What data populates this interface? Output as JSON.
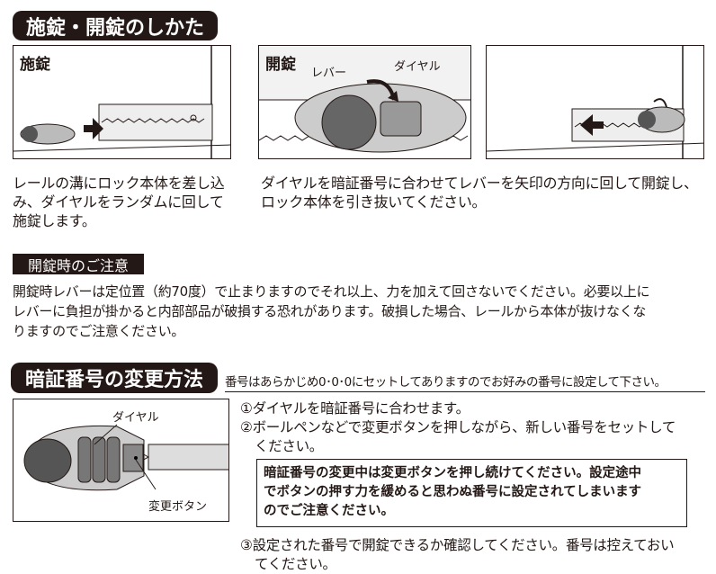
{
  "section1": {
    "title": "施錠・開錠のしかた",
    "panels": [
      {
        "label": "施錠",
        "caption_lines": [
          "レールの溝にロック本体を差し込",
          "み、ダイヤルをランダムに回して",
          "施錠します。"
        ]
      },
      {
        "label": "開錠",
        "lever_label": "レバー",
        "dial_label": "ダイヤル",
        "caption_lines": [
          "ダイヤルを暗証番号に合わせてレバーを矢印の方向に回して開錠し、",
          "ロック本体を引き抜いてください。"
        ]
      },
      {
        "label": ""
      }
    ]
  },
  "caution": {
    "title": "開錠時のご注意",
    "lines": [
      "開錠時レバーは定位置（約70度）で止まりますのでそれ以上、力を加えて回さないでください。必要以上に",
      "レバーに負担が掛かると内部部品が破損する恐れがあります。破損した場合、レールから本体が抜けなくな",
      "りますのでご注意ください。"
    ]
  },
  "section2": {
    "title": "暗証番号の変更方法",
    "subtitle": "番号はあらかじめ0･0･0にセットしてありますのでお好みの番号に設定して下さい。",
    "figure": {
      "dial_label": "ダイヤル",
      "button_label": "変更ボタン"
    },
    "step1": "①ダイヤルを暗証番号に合わせます。",
    "step2_lines": [
      "②ボールペンなどで変更ボタンを押しながら、新しい番号をセットして",
      "ください。"
    ],
    "note_lines": [
      "暗証番号の変更中は変更ボタンを押し続けてください。設定途中",
      "でボタンの押す力を緩めると思わぬ番号に設定されてしまいます",
      "のでご注意ください。"
    ],
    "step3_lines": [
      "③設定された番号で開錠できるか確認してください。番号は控えておい",
      "てください。"
    ]
  }
}
